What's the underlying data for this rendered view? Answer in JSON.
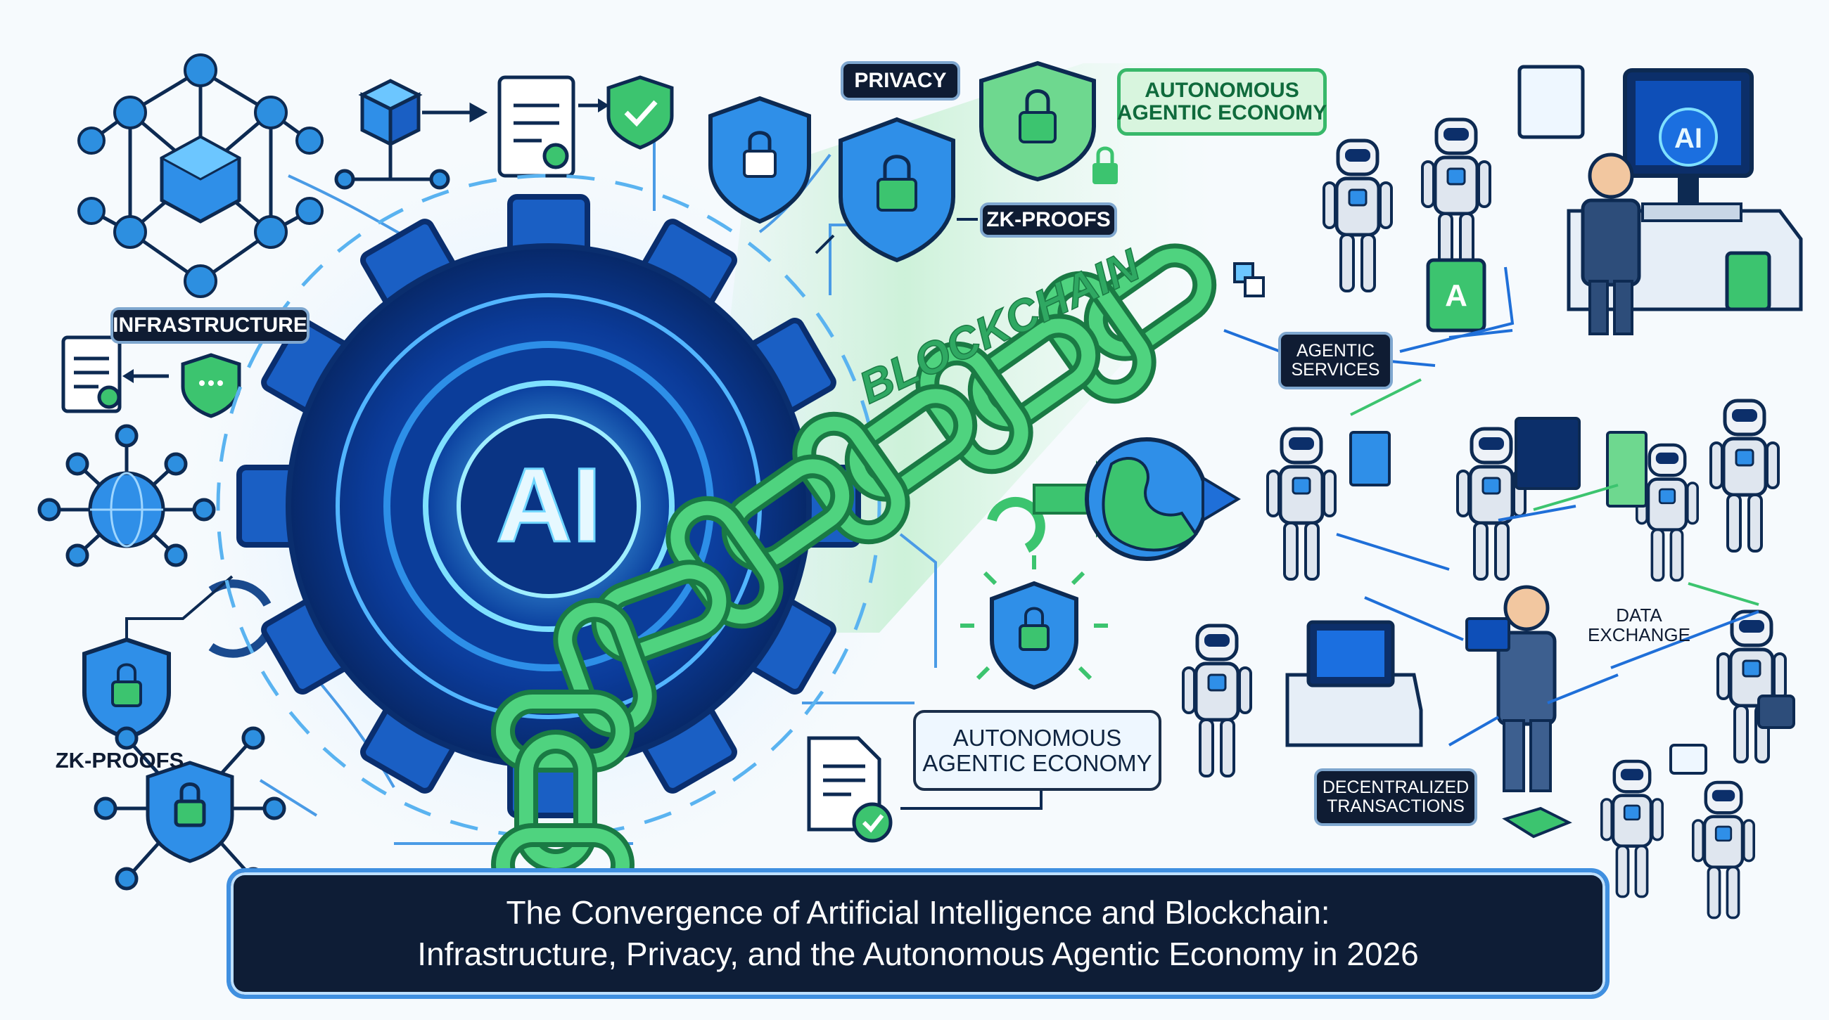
{
  "title": {
    "line1": "The Convergence of Artificial Intelligence and Blockchain:",
    "line2": "Infrastructure, Privacy, and the Autonomous Agentic Economy in 2026"
  },
  "hub": {
    "text": "AI"
  },
  "chain": {
    "text": "BLOCKCHAIN"
  },
  "screen": {
    "text": "AI"
  },
  "kiosk": {
    "text": "A"
  },
  "labels": {
    "privacy": "PRIVACY",
    "zk_top": "ZK-PROOFS",
    "zk_left": "ZK-PROOFS",
    "infrastructure": "INFRASTRUCTURE",
    "econ_top_1": "AUTONOMOUS",
    "econ_top_2": "AGENTIC ECONOMY",
    "econ_mid_1": "AUTONOMOUS",
    "econ_mid_2": "AGENTIC ECONOMY",
    "services_1": "AGENTIC",
    "services_2": "SERVICES",
    "data_1": "DATA",
    "data_2": "EXCHANGE",
    "tx_1": "DECENTRALIZED",
    "tx_2": "TRANSACTIONS"
  },
  "colors": {
    "blue": "#1f6fd8",
    "deep_blue": "#0c3a8a",
    "green": "#3cc46f",
    "dark_green": "#1a8a45",
    "navy": "#0f1c33",
    "background": "#f6fafd"
  }
}
